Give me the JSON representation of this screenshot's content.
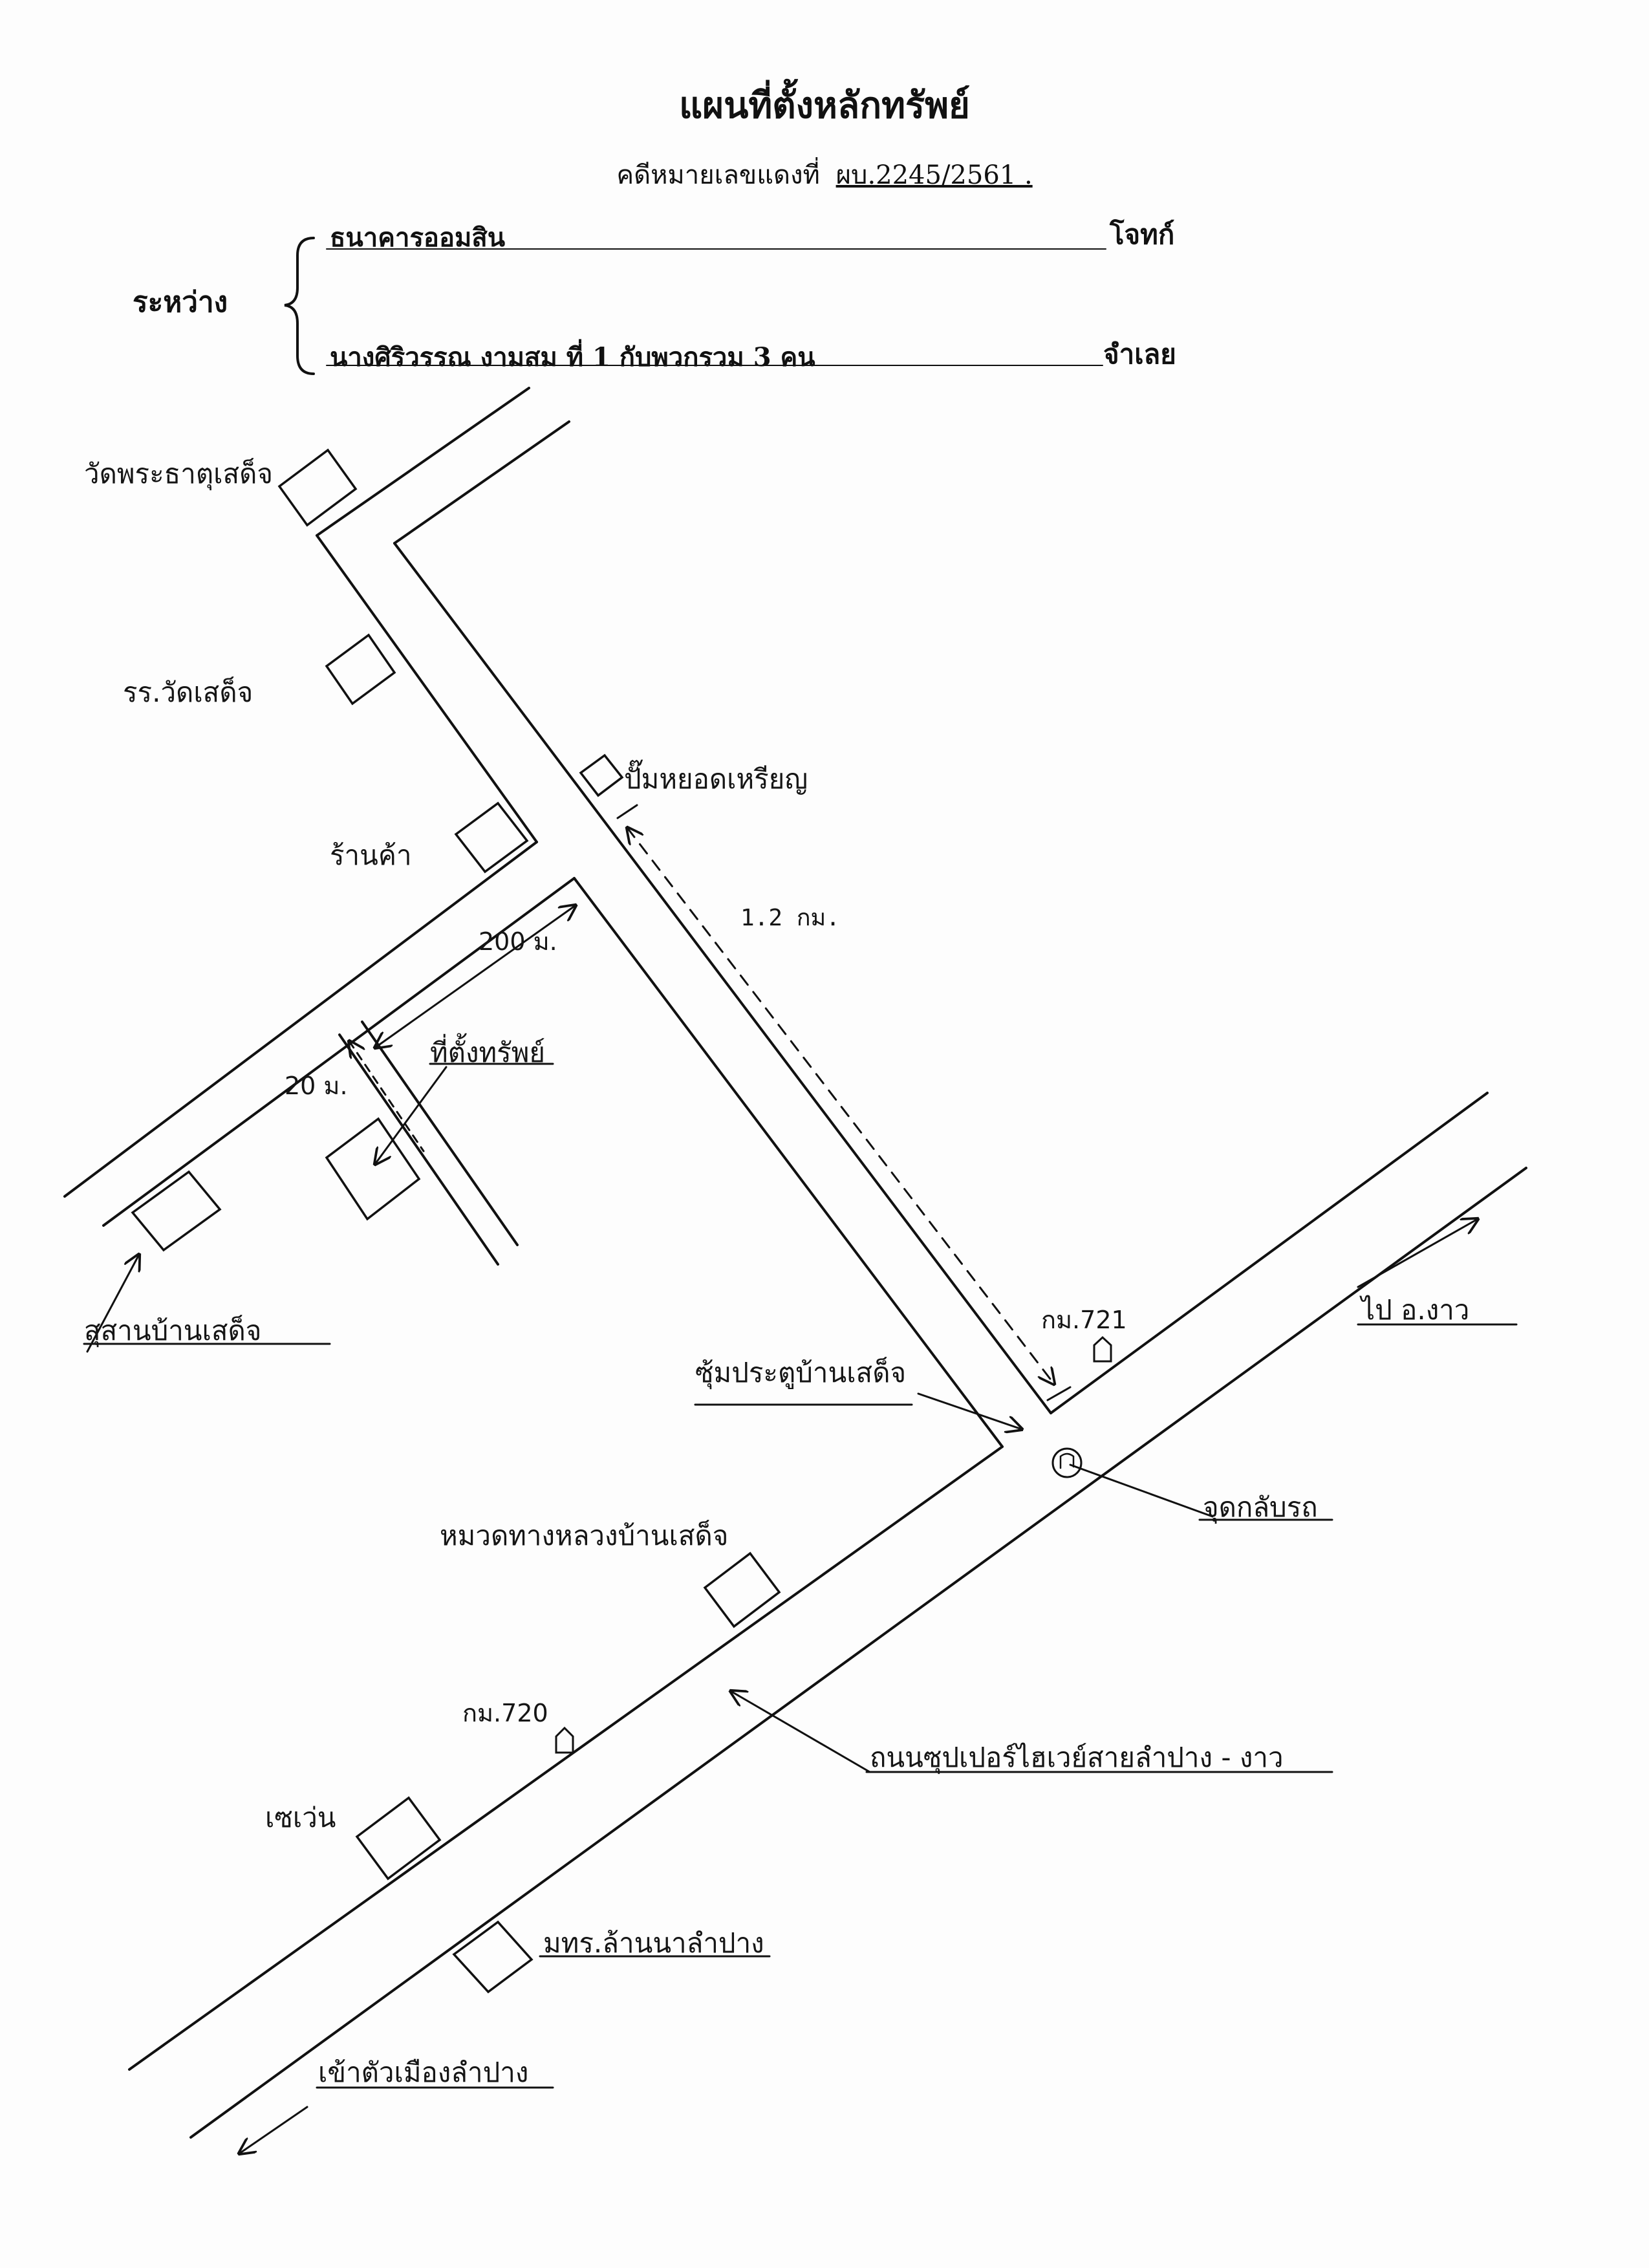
{
  "header": {
    "title": "แผนที่ตั้งหลักทรัพย์",
    "case_label": "คดีหมายเลขแดงที่",
    "case_number": "ผบ.2245/2561 ."
  },
  "parties": {
    "between_label": "ระหว่าง",
    "plaintiff": "ธนาคารออมสิน",
    "plaintiff_role": "โจทก์",
    "defendant": "นางศิริวรรณ  งามสม  ที่ 1  กับพวกรวม  3  คน",
    "defendant_role": "จำเลย"
  },
  "map_labels": {
    "temple": "วัดพระธาตุเสด็จ",
    "school": "รร.วัดเสด็จ",
    "shop": "ร้านค้า",
    "gas_station": "ปั๊มหยอดเหรียญ",
    "distance_1_2km": "1.2  กม.",
    "distance_200m": "200 ม.",
    "distance_20m": "20 ม.",
    "property_location": "ที่ตั้งทรัพย์",
    "cemetery": "สุสานบ้านเสด็จ",
    "km721": "กม.721",
    "to_ngao": "ไป อ.งาว",
    "gate_arch": "ซุ้มประตูบ้านเสด็จ",
    "u_turn": "จุดกลับรถ",
    "highway_dept": "หมวดทางหลวงบ้านเสด็จ",
    "km720": "กม.720",
    "superhighway": "ถนนซุปเปอร์ไฮเวย์สายลำปาง - งาว",
    "seven_eleven": "เซเว่น",
    "university": "มทร.ล้านนาลำปาง",
    "to_lampang": "เข้าตัวเมืองลำปาง"
  }
}
